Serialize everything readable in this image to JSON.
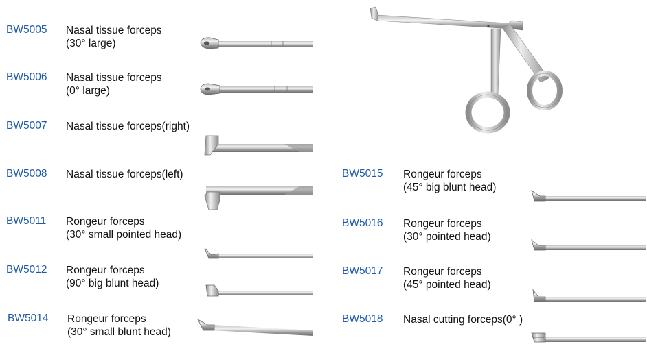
{
  "colors": {
    "code": "#1f5aa6",
    "text": "#111111",
    "metal_light": "#e6e6e6",
    "metal_dark": "#8a8a8a"
  },
  "left_items": [
    {
      "code": "BW5005",
      "name": "Nasal tissue forceps",
      "spec": "(30°  large)"
    },
    {
      "code": "BW5006",
      "name": "Nasal tissue forceps",
      "spec": "(0°  large)"
    },
    {
      "code": "BW5007",
      "name": "Nasal tissue forceps(right)",
      "spec": ""
    },
    {
      "code": "BW5008",
      "name": "Nasal tissue forceps(left)",
      "spec": ""
    },
    {
      "code": "BW5011",
      "name": "Rongeur forceps",
      "spec": "(30°  small pointed head)"
    },
    {
      "code": "BW5012",
      "name": "Rongeur forceps",
      "spec": "(90°  big blunt head)"
    },
    {
      "code": "BW5014",
      "name": "Rongeur forceps",
      "spec": "(30°  small blunt head)"
    }
  ],
  "right_items": [
    {
      "code": "BW5015",
      "name": "Rongeur forceps",
      "spec": "(45°  big blunt head)"
    },
    {
      "code": "BW5016",
      "name": "Rongeur forceps",
      "spec": "(30°  pointed head)"
    },
    {
      "code": "BW5017",
      "name": "Rongeur forceps",
      "spec": "(45°  pointed head)"
    },
    {
      "code": "BW5018",
      "name": "Nasal cutting forceps(0°  )",
      "spec": ""
    }
  ],
  "images": {
    "forceps": "full-forceps-illustration",
    "shaft": "instrument-shaft-illustration"
  }
}
